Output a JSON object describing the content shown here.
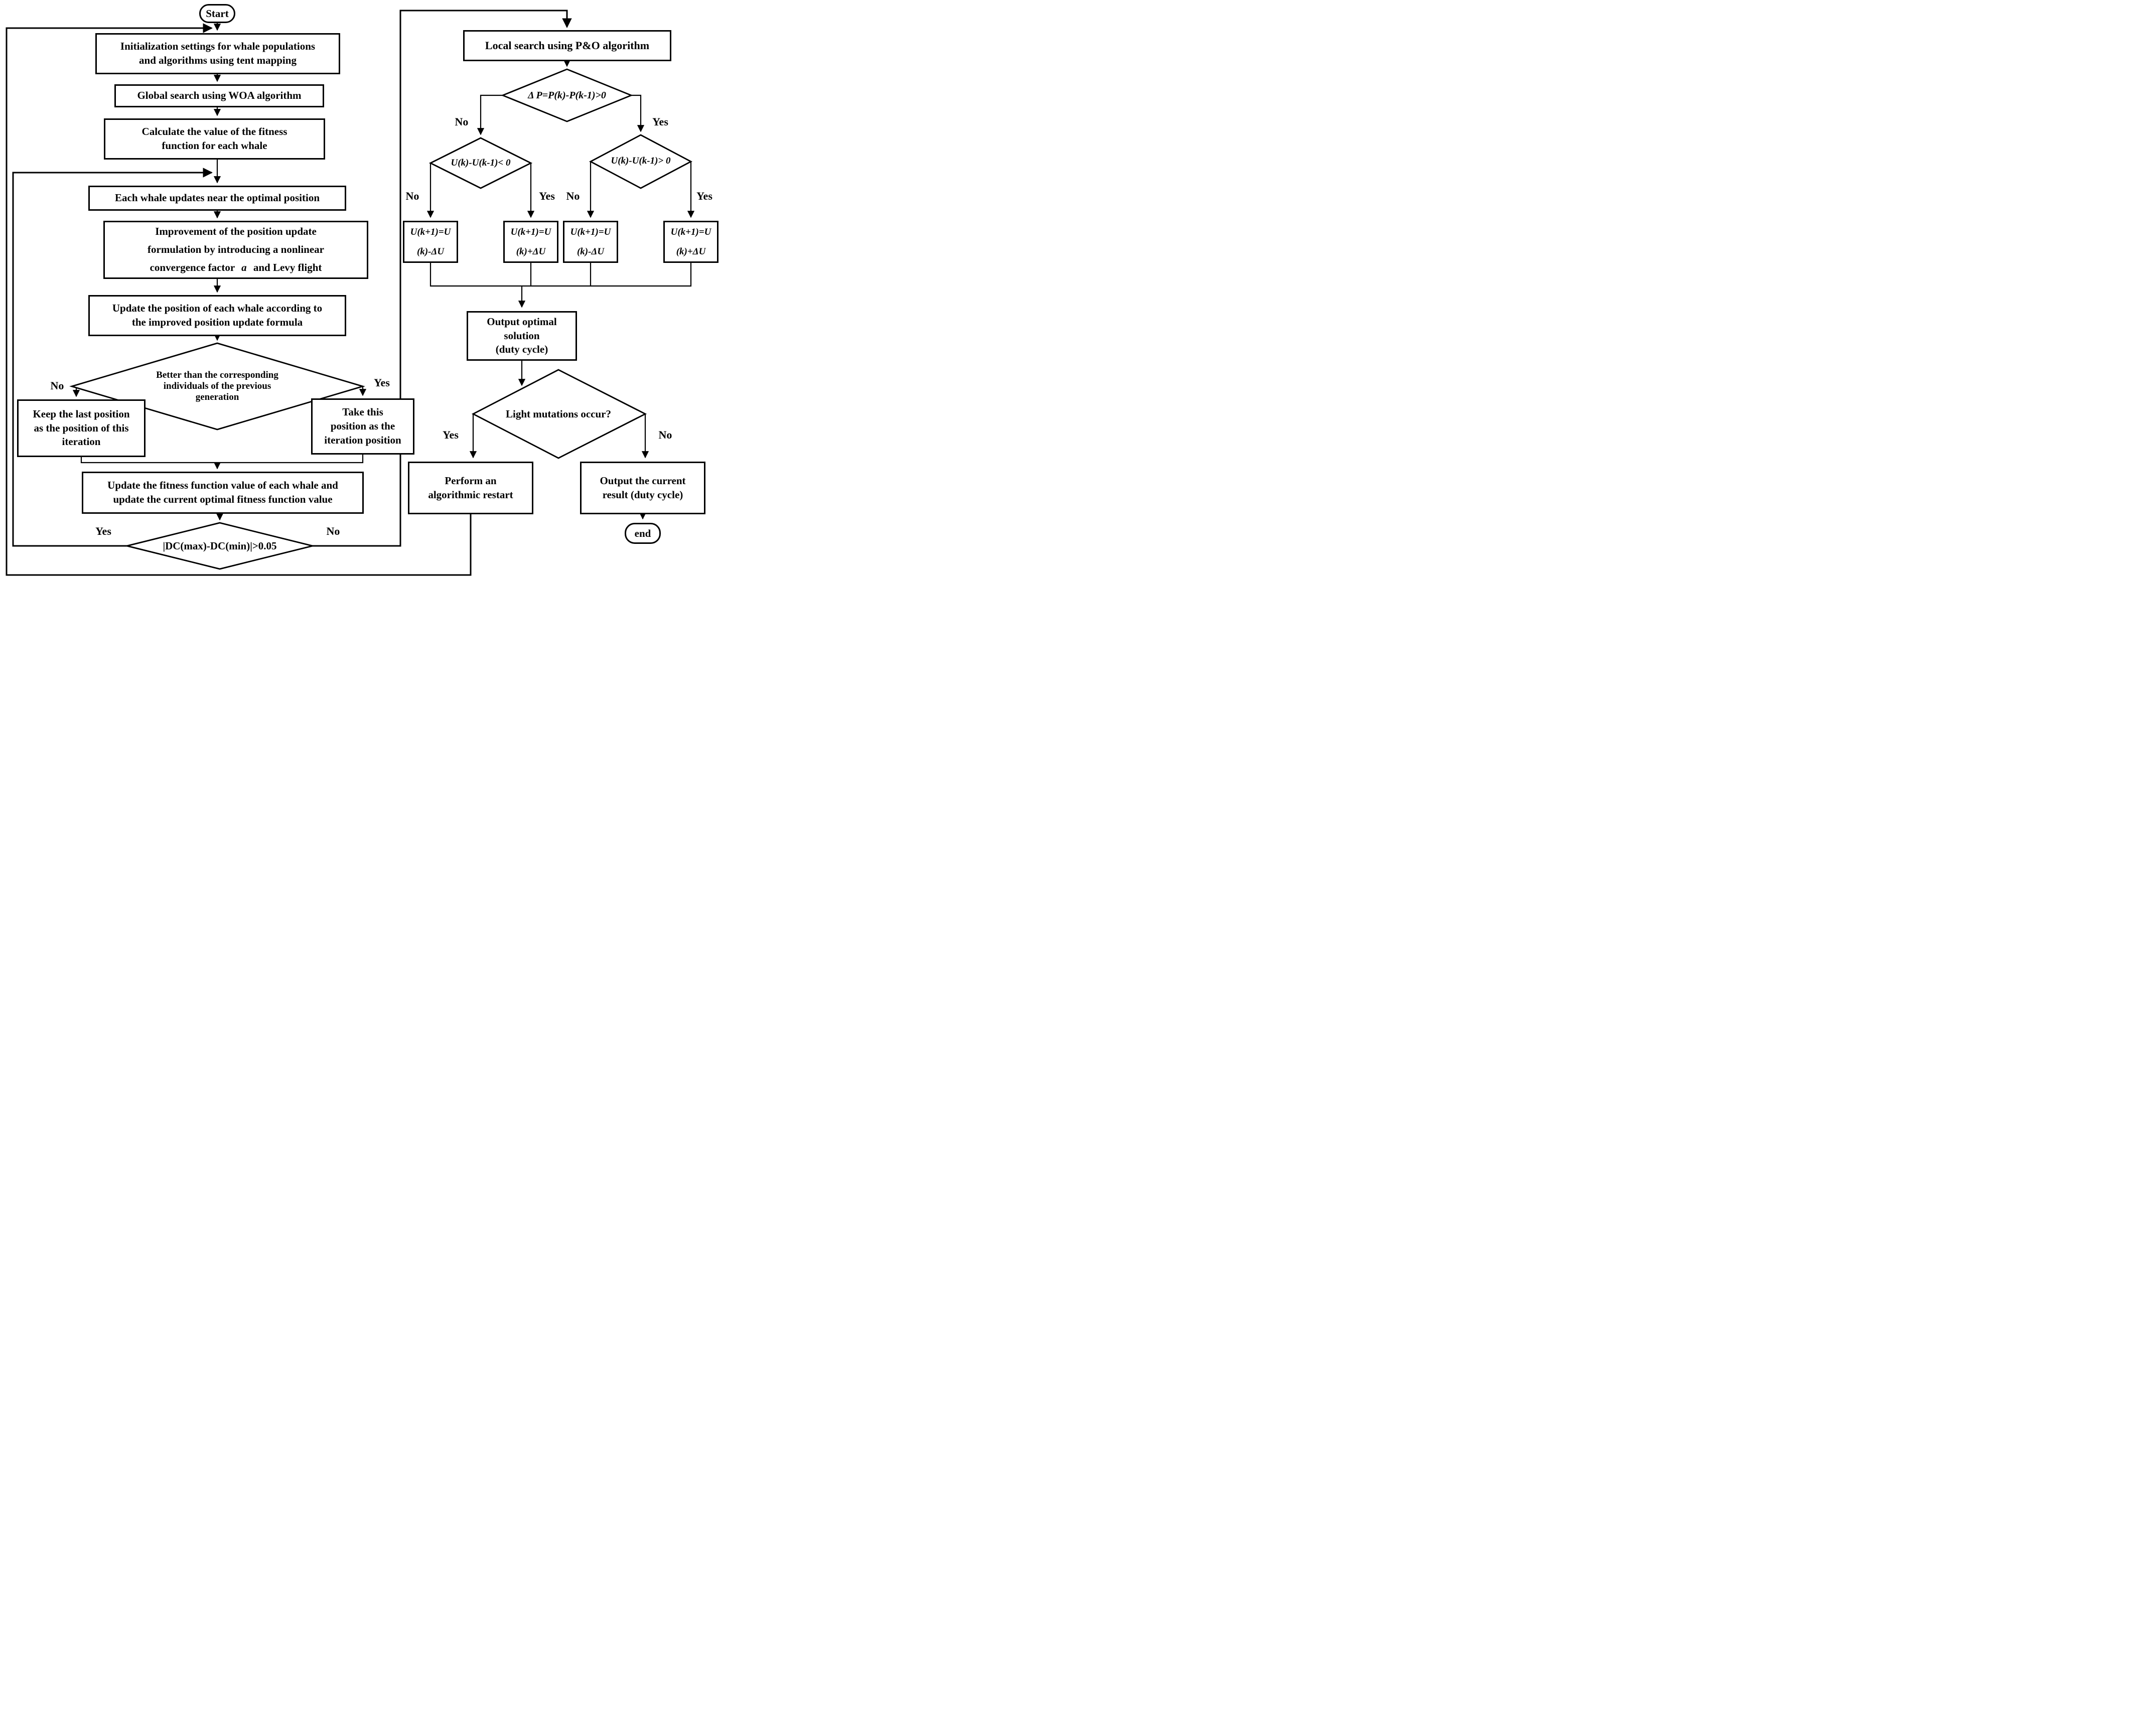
{
  "colors": {
    "ink": "#000000",
    "background": "#ffffff"
  },
  "nodes": {
    "start": {
      "label": "Start"
    },
    "init": {
      "line1": "Initialization settings for whale populations",
      "line2": "and algorithms using tent mapping"
    },
    "global_search": {
      "line1": "Global search using WOA algorithm"
    },
    "calc_fitness": {
      "line1": "Calculate the value of the fitness",
      "line2": "function for each whale"
    },
    "each_whale": {
      "line1": "Each whale updates near the optimal position"
    },
    "improve": {
      "line1": "Improvement of the position update",
      "line2": "formulation by introducing a nonlinear",
      "line3a": "convergence factor",
      "line3b": "a",
      "line3c": "and Levy flight"
    },
    "update_position": {
      "line1": "Update the position of each whale according to",
      "line2": "the improved position update formula"
    },
    "better_diamond": {
      "line1": "Better than the corresponding",
      "line2": "individuals of the previous",
      "line3": "generation"
    },
    "keep": {
      "line1": "Keep the last position",
      "line2": "as the position of this",
      "line3": "iteration"
    },
    "take": {
      "line1": "Take this",
      "line2": "position as the",
      "line3": "iteration position"
    },
    "update_fitness": {
      "line1": "Update the fitness function value of each whale and",
      "line2": "update the current optimal fitness function value"
    },
    "dc_diamond": {
      "label": "|DC(max)-DC(min)|>0.05"
    },
    "local_search": {
      "line1": "Local search using P&O algorithm"
    },
    "dp_diamond": {
      "label": "Δ P=P(k)-P(k-1)>0"
    },
    "du_lt_diamond": {
      "label": "U(k)-U(k-1)< 0"
    },
    "du_gt_diamond": {
      "label": "U(k)-U(k-1)> 0"
    },
    "u_box1": {
      "line1": "U(k+1)=U",
      "line2": "(k)-ΔU"
    },
    "u_box2": {
      "line1": "U(k+1)=U",
      "line2": "(k)+ΔU"
    },
    "u_box3": {
      "line1": "U(k+1)=U",
      "line2": "(k)-ΔU"
    },
    "u_box4": {
      "line1": "U(k+1)=U",
      "line2": "(k)+ΔU"
    },
    "output_optimal": {
      "line1": "Output optimal solution",
      "line2": "(duty cycle)"
    },
    "light_diamond": {
      "label": "Light mutations occur?"
    },
    "restart": {
      "line1": "Perform an",
      "line2": "algorithmic restart"
    },
    "output_current": {
      "line1": "Output the current",
      "line2": "result (duty cycle)"
    },
    "end": {
      "label": "end"
    }
  },
  "edge_labels": {
    "better_no": "No",
    "better_yes": "Yes",
    "dc_yes": "Yes",
    "dc_no": "No",
    "dp_no": "No",
    "dp_yes": "Yes",
    "du_lt_no": "No",
    "du_lt_yes": "Yes",
    "du_gt_no": "No",
    "du_gt_yes": "Yes",
    "light_yes": "Yes",
    "light_no": "No"
  }
}
